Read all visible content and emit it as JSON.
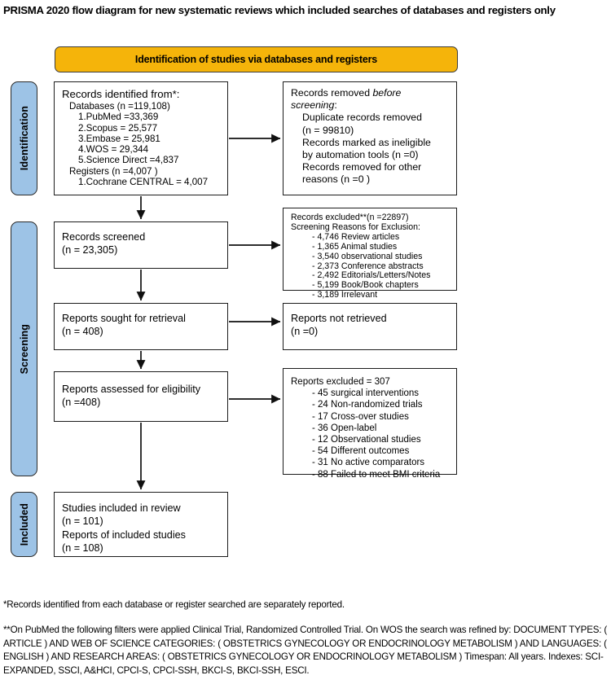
{
  "title": "PRISMA 2020 flow diagram for new systematic reviews which included searches of databases and registers only",
  "phase_banner": {
    "label": "Identification of studies via databases and registers",
    "color": "#f5b40a"
  },
  "stages": [
    {
      "id": "identification",
      "label": "Identification",
      "color": "#9dc3e6"
    },
    {
      "id": "screening",
      "label": "Screening",
      "color": "#9dc3e6"
    },
    {
      "id": "included",
      "label": "Included",
      "color": "#9dc3e6"
    }
  ],
  "boxes": {
    "identified": {
      "header": "Records identified from*:",
      "databases_label": "Databases (n =119,108)",
      "databases": [
        "1.PubMed =33,369",
        "2.Scopus = 25,577",
        "3.Embase = 25,981",
        "4.WOS = 29,344",
        "5.Science Direct =4,837"
      ],
      "registers_label": "Registers (n =4,007 )",
      "registers": [
        "1.Cochrane CENTRAL = 4,007"
      ]
    },
    "removed_before_screening": {
      "header_a": "Records removed ",
      "header_b": "before",
      "header_c": "screening",
      "header_d": ":",
      "lines": [
        "Duplicate records removed",
        "(n = 99810)",
        "Records marked as ineligible",
        "by automation tools (n =0)",
        "Records removed for other",
        "reasons (n =0 )"
      ]
    },
    "records_screened": {
      "line1": "Records screened",
      "line2": "(n = 23,305)"
    },
    "records_excluded": {
      "line1": "Records excluded**(n =22897)",
      "line2": "Screening Reasons for Exclusion:",
      "reasons": [
        "- 4,746 Review articles",
        "- 1,365 Animal studies",
        "- 3,540 observational studies",
        "- 2,373 Conference abstracts",
        "- 2,492 Editorials/Letters/Notes",
        "- 5,199 Book/Book chapters",
        "- 3,189 Irrelevant"
      ]
    },
    "reports_sought": {
      "line1": "Reports sought for retrieval",
      "line2": "(n = 408)"
    },
    "reports_not_retrieved": {
      "line1": "Reports not retrieved",
      "line2": "(n =0)"
    },
    "reports_assessed": {
      "line1": "Reports assessed for eligibility",
      "line2": "(n =408)"
    },
    "reports_excluded": {
      "line1": "Reports excluded = 307",
      "reasons": [
        "- 45 surgical interventions",
        "- 24 Non-randomized trials",
        "- 17 Cross-over studies",
        "- 36 Open-label",
        "- 12 Observational studies",
        "- 54 Different outcomes",
        "- 31 No active comparators",
        "- 88 Failed to meet BMI criteria"
      ]
    },
    "studies_included": {
      "line1": "Studies included in review",
      "line2": "(n = 101)",
      "line3": "Reports of included studies",
      "line4": "(n = 108)"
    }
  },
  "footnotes": {
    "one": "*Records identified from each database or register searched are separately reported.",
    "two": "**On PubMed the following filters were applied Clinical Trial, Randomized Controlled Trial. On WOS the search was refined by: DOCUMENT TYPES: ( ARTICLE ) AND WEB OF SCIENCE CATEGORIES: ( OBSTETRICS GYNECOLOGY OR ENDOCRINOLOGY METABOLISM ) AND LANGUAGES: ( ENGLISH ) AND RESEARCH AREAS: ( OBSTETRICS GYNECOLOGY OR ENDOCRINOLOGY METABOLISM ) Timespan: All years. Indexes: SCI-EXPANDED, SSCI, A&HCI, CPCI-S, CPCI-SSH, BKCI-S, BKCI-SSH, ESCI."
  }
}
